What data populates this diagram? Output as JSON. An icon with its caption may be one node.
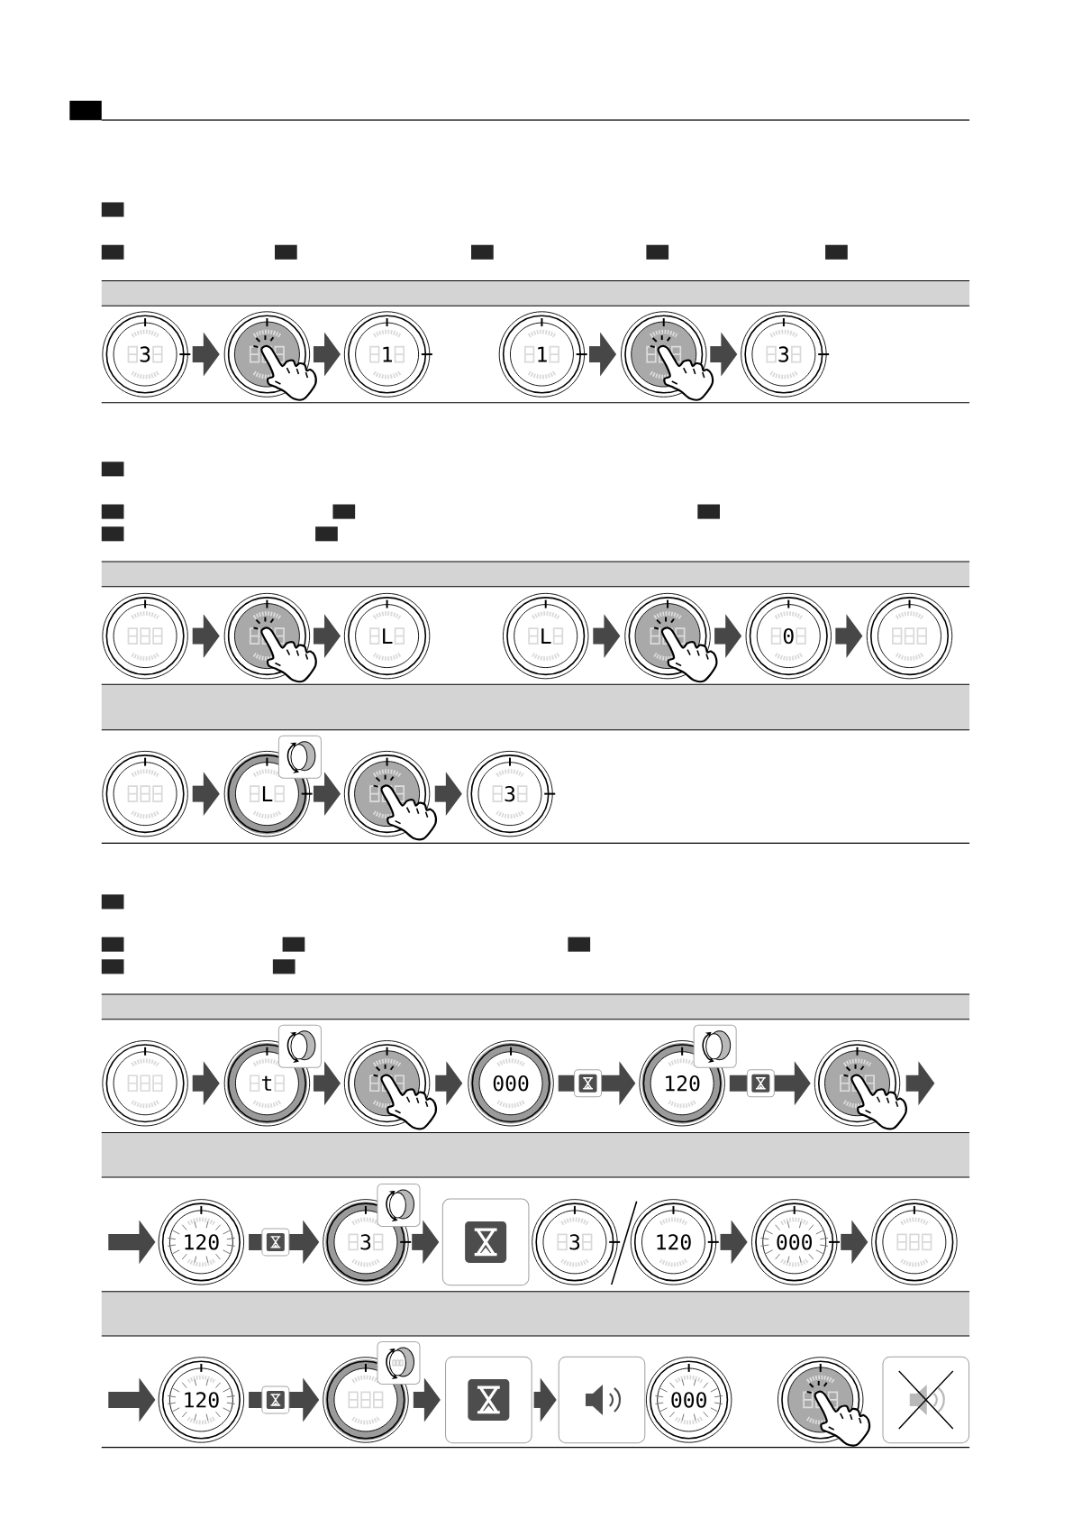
{
  "diagram": {
    "nodes": [
      {
        "text": [
          "3"
        ]
      },
      {
        "text": [],
        "shape": "circle"
      },
      {
        "text": [
          "1"
        ]
      },
      {
        "text": [
          "1"
        ]
      },
      {
        "text": [],
        "shape": "circle"
      },
      {
        "text": [
          "3"
        ]
      },
      {
        "text": [],
        "shape": "circle"
      },
      {
        "text": [],
        "shape": "circle"
      },
      {
        "text": [
          "L"
        ]
      },
      {
        "text": [
          "L"
        ]
      },
      {
        "text": [],
        "shape": "circle"
      },
      {
        "text": [
          "0"
        ]
      },
      {
        "text": [],
        "shape": "circle"
      },
      {
        "text": [],
        "shape": "circle"
      },
      {
        "text": [
          "L"
        ]
      },
      {
        "text": [],
        "shape": "circle"
      },
      {
        "text": [
          "3"
        ]
      },
      {
        "text": [],
        "shape": "circle"
      },
      {
        "text": [
          "t"
        ]
      },
      {
        "text": [],
        "shape": "circle"
      },
      {
        "text": [
          "000"
        ]
      },
      {
        "text": [
          "120"
        ]
      },
      {
        "text": [],
        "shape": "circle"
      },
      {
        "text": [
          "120"
        ]
      },
      {
        "text": [
          "3"
        ]
      },
      {
        "text": [],
        "shape": "box"
      },
      {
        "text": [
          "3"
        ]
      },
      {
        "text": [
          "120"
        ]
      },
      {
        "text": [
          "000"
        ]
      },
      {
        "text": [],
        "shape": "circle"
      },
      {
        "text": [
          "120"
        ]
      },
      {
        "text": [],
        "shape": "circle"
      },
      {
        "text": [],
        "shape": "box"
      },
      {
        "text": [],
        "shape": "box"
      },
      {
        "text": [
          "000"
        ]
      },
      {
        "text": [],
        "shape": "circle"
      },
      {
        "text": [],
        "shape": "box"
      }
    ],
    "edges": [
      {
        "from": 0,
        "to": 1,
        "arrow": "to"
      },
      {
        "from": 1,
        "to": 2,
        "arrow": "to"
      },
      {
        "from": 3,
        "to": 4,
        "arrow": "to"
      },
      {
        "from": 4,
        "to": 5,
        "arrow": "to"
      },
      {
        "from": 6,
        "to": 7,
        "arrow": "to"
      },
      {
        "from": 7,
        "to": 8,
        "arrow": "to"
      },
      {
        "from": 9,
        "to": 10,
        "arrow": "to"
      },
      {
        "from": 10,
        "to": 11,
        "arrow": "to"
      },
      {
        "from": 11,
        "to": 12,
        "arrow": "to"
      },
      {
        "from": 13,
        "to": 14,
        "arrow": "to"
      },
      {
        "from": 14,
        "to": 15,
        "arrow": "to"
      },
      {
        "from": 15,
        "to": 16,
        "arrow": "to"
      },
      {
        "from": 17,
        "to": 18,
        "arrow": "to"
      },
      {
        "from": 18,
        "to": 19,
        "arrow": "to"
      },
      {
        "from": 19,
        "to": 20,
        "arrow": "to"
      },
      {
        "from": 20,
        "to": 21,
        "arrow": "to"
      },
      {
        "from": 21,
        "to": 22,
        "arrow": "to"
      },
      {
        "from": 22,
        "to": null,
        "arrow": "to"
      },
      {
        "from": null,
        "to": 23,
        "arrow": "to"
      },
      {
        "from": 23,
        "to": 24,
        "arrow": "to"
      },
      {
        "from": 24,
        "to": 25,
        "arrow": "to"
      },
      {
        "from": 27,
        "to": 28,
        "arrow": "to"
      },
      {
        "from": 28,
        "to": 29,
        "arrow": "to"
      },
      {
        "from": null,
        "to": 30,
        "arrow": "to"
      },
      {
        "from": 30,
        "to": 31,
        "arrow": "to"
      },
      {
        "from": 31,
        "to": 32,
        "arrow": "to"
      },
      {
        "from": 32,
        "to": 33,
        "arrow": "to"
      }
    ]
  }
}
